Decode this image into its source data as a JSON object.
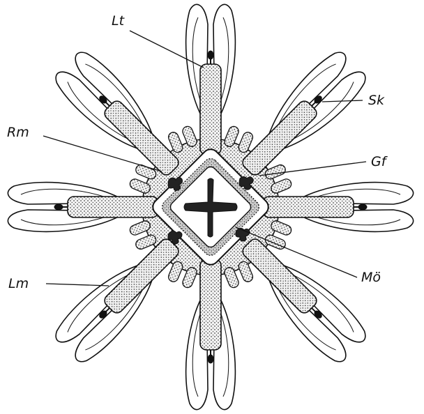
{
  "labels": {
    "lt": "Lt",
    "sk": "Sk",
    "rm": "Rm",
    "gf": "Gf",
    "lm": "Lm",
    "mo": "Mö"
  },
  "colors": {
    "ink": "#111111",
    "paper": "#ffffff",
    "stipple": "#d9d9d9"
  }
}
